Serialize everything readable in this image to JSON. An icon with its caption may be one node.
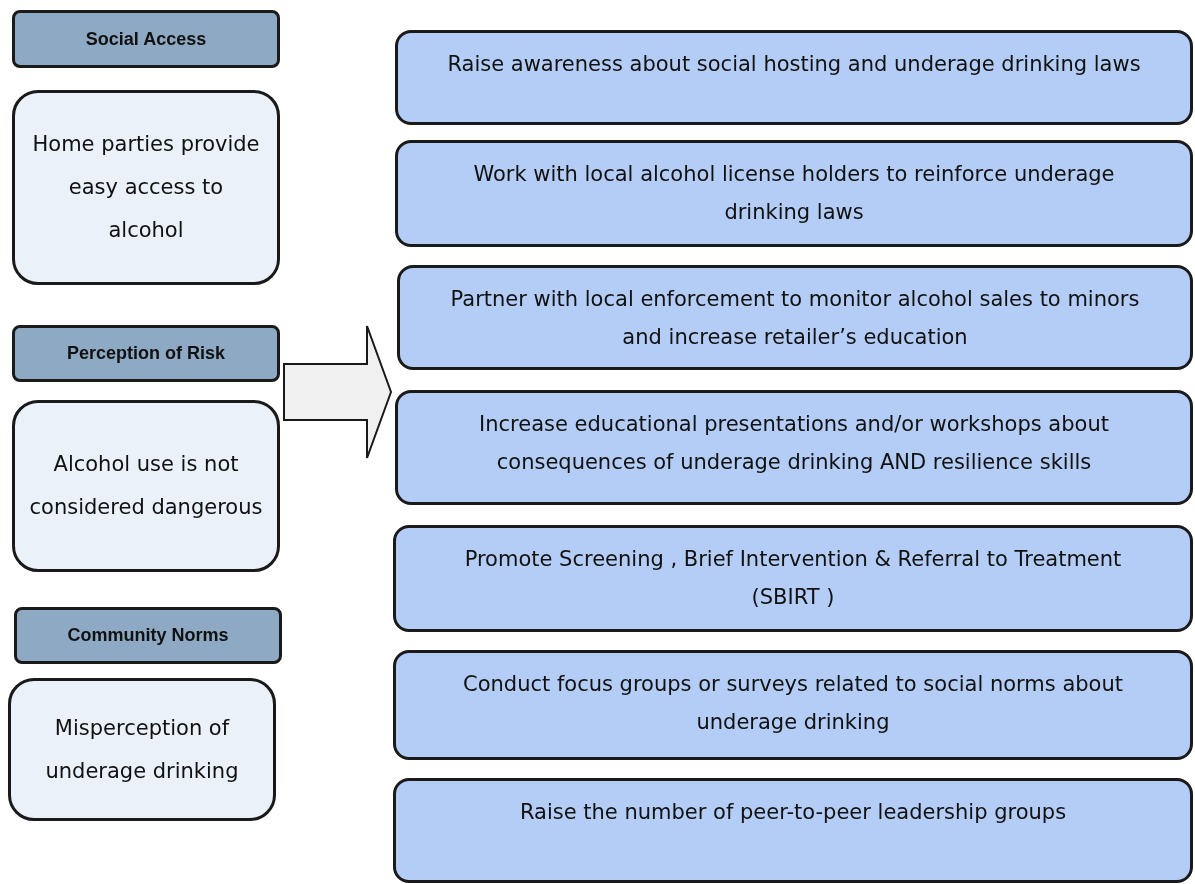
{
  "diagram": {
    "nodes": [
      {
        "text": [
          "Social Access"
        ]
      },
      {
        "text": [
          "Home parties provide easy access to alcohol"
        ]
      },
      {
        "text": [
          "Perception of Risk"
        ]
      },
      {
        "text": [
          "Alcohol use is not considered dangerous"
        ]
      },
      {
        "text": [
          "Community Norms"
        ]
      },
      {
        "text": [
          "Misperception of underage drinking"
        ]
      },
      {
        "text": [
          "Raise awareness about social hosting and underage drinking laws"
        ]
      },
      {
        "text": [
          "Work with local alcohol license holders to reinforce underage drinking laws"
        ]
      },
      {
        "text": [
          "Partner with local enforcement to monitor alcohol sales to minors and increase retailer’s education"
        ]
      },
      {
        "text": [
          "Increase educational presentations and/or workshops about consequences of underage drinking AND resilience skills"
        ]
      },
      {
        "text": [
          "Promote Screening , Brief Intervention & Referral to Treatment (SBIRT )"
        ]
      },
      {
        "text": [
          "Conduct focus groups or surveys related to social norms about underage drinking"
        ]
      },
      {
        "text": [
          "Raise the number of peer-to-peer leadership groups"
        ]
      }
    ],
    "edges": [
      {
        "from": 3,
        "to": 9,
        "arrow": "to"
      }
    ]
  }
}
